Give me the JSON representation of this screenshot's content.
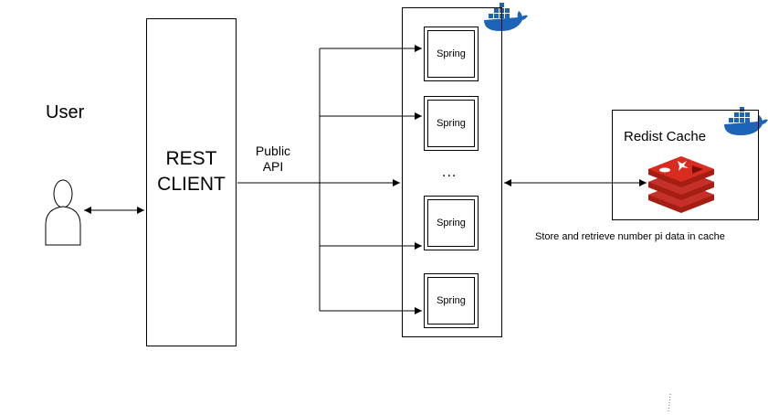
{
  "user_label": "User",
  "rest_client": {
    "line1": "REST",
    "line2": "CLIENT"
  },
  "public_api": {
    "line1": "Public",
    "line2": "API"
  },
  "spring_label": "Spring",
  "springs": [
    "Spring",
    "Spring",
    "Spring",
    "Spring"
  ],
  "ellipsis": "...",
  "docker_logo_text": "docker",
  "redis": {
    "title": "Redist Cache",
    "note": "Store and retrieve number pi data in cache"
  },
  "colors": {
    "docker_blue": "#1d63b8",
    "redis_red": "#c6302b",
    "redis_dark": "#a41e11",
    "line": "#000000"
  }
}
